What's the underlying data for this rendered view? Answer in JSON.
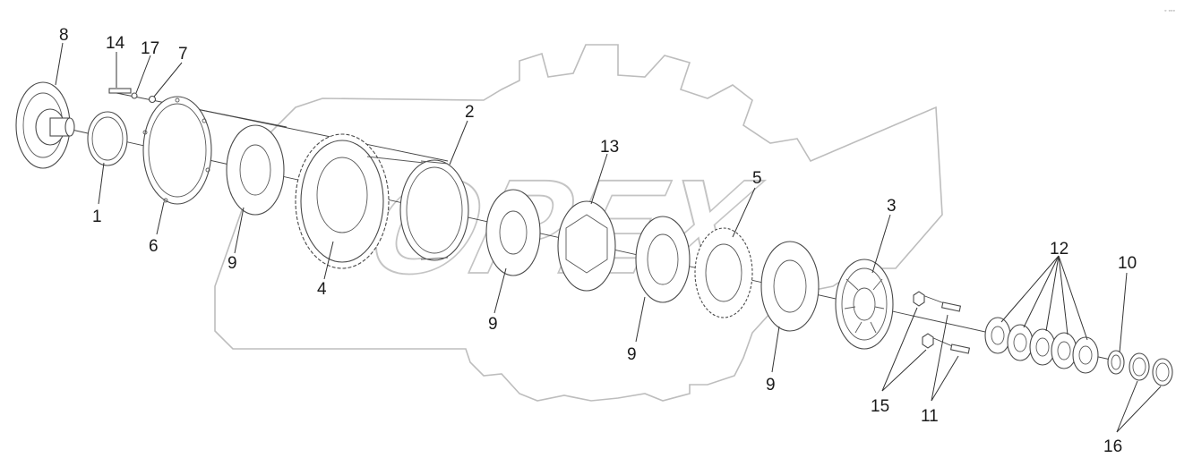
{
  "watermark": {
    "text": "OPEX"
  },
  "corner_mark": "◦ ◦◦◦",
  "callouts": [
    "8",
    "14",
    "17",
    "7",
    "1",
    "6",
    "9",
    "4",
    "2",
    "13",
    "9",
    "9",
    "5",
    "9",
    "3",
    "15",
    "11",
    "12",
    "10",
    "16"
  ]
}
